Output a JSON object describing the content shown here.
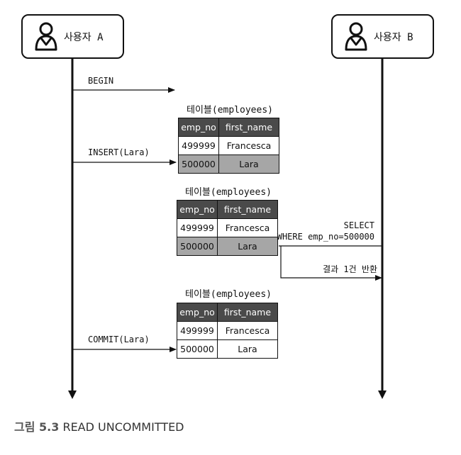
{
  "actors": {
    "a": {
      "label": "사용자 A",
      "icon": "user-icon"
    },
    "b": {
      "label": "사용자 B",
      "icon": "user-icon"
    }
  },
  "messages": {
    "begin": "BEGIN",
    "insert": "INSERT(Lara)",
    "select_line1": "SELECT",
    "select_line2": "WHERE emp_no=500000",
    "result": "결과 1건 반환",
    "commit": "COMMIT(Lara)"
  },
  "table_caption": "테이블(employees)",
  "table_headers": [
    "emp_no",
    "first_name"
  ],
  "snapshots": [
    {
      "rows": [
        [
          "499999",
          "Francesca"
        ],
        [
          "500000",
          "Lara"
        ]
      ],
      "uncommitted_row": 1
    },
    {
      "rows": [
        [
          "499999",
          "Francesca"
        ],
        [
          "500000",
          "Lara"
        ]
      ],
      "uncommitted_row": 1
    },
    {
      "rows": [
        [
          "499999",
          "Francesca"
        ],
        [
          "500000",
          "Lara"
        ]
      ],
      "uncommitted_row": null
    }
  ],
  "caption": {
    "figure": "그림 5.3",
    "title": "READ UNCOMMITTED"
  },
  "colors": {
    "header_bg": "#4a4a4a",
    "uncommitted_bg": "#a6a6a6",
    "line": "#111111"
  }
}
